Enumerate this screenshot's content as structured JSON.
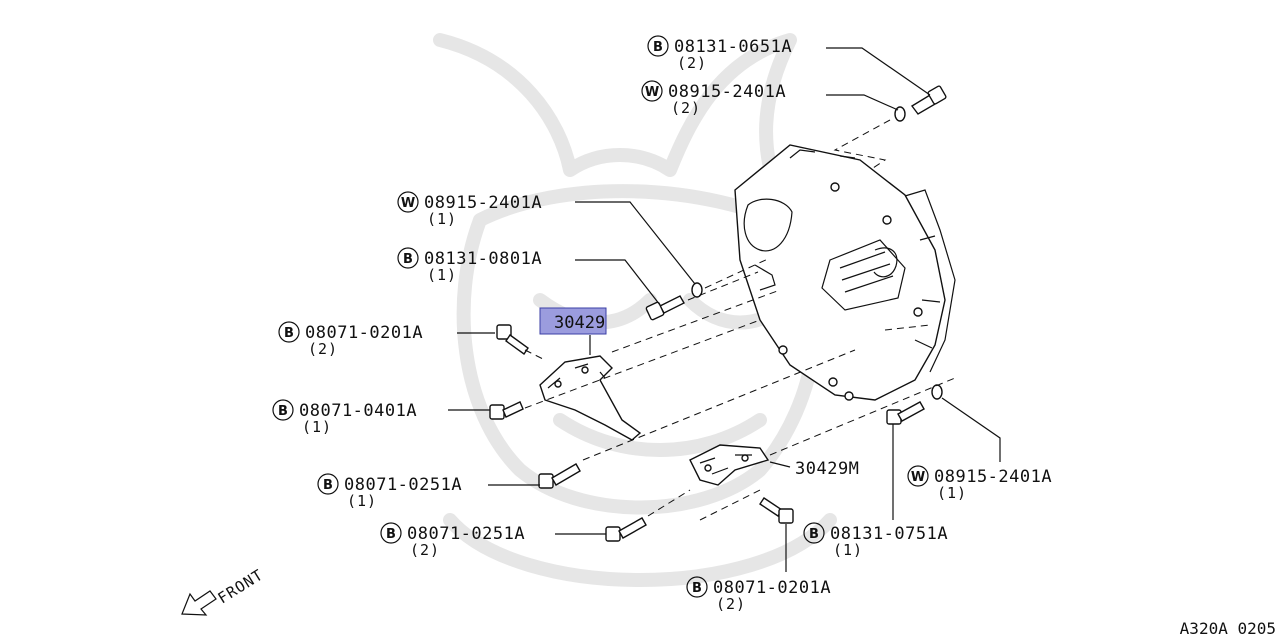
{
  "diagram_id": "A320A 0205",
  "front_label": "FRONT",
  "highlighted_part": "30429",
  "callouts": [
    {
      "key": "b1",
      "mark": "B",
      "code": "08131-0651A",
      "qty": "(2)"
    },
    {
      "key": "w1",
      "mark": "W",
      "code": "08915-2401A",
      "qty": "(2)"
    },
    {
      "key": "w2",
      "mark": "W",
      "code": "08915-2401A",
      "qty": "(1)"
    },
    {
      "key": "b2",
      "mark": "B",
      "code": "08131-0801A",
      "qty": "(1)"
    },
    {
      "key": "b3",
      "mark": "B",
      "code": "08071-0201A",
      "qty": "(2)"
    },
    {
      "key": "b4",
      "mark": "B",
      "code": "08071-0401A",
      "qty": "(1)"
    },
    {
      "key": "b5",
      "mark": "B",
      "code": "08071-0251A",
      "qty": "(1)"
    },
    {
      "key": "b6",
      "mark": "B",
      "code": "08071-0251A",
      "qty": "(2)"
    },
    {
      "key": "w3",
      "mark": "W",
      "code": "08915-2401A",
      "qty": "(1)"
    },
    {
      "key": "b7",
      "mark": "B",
      "code": "08131-0751A",
      "qty": "(1)"
    },
    {
      "key": "b8",
      "mark": "B",
      "code": "08071-0201A",
      "qty": "(2)"
    }
  ],
  "part_labels": {
    "bracket_m": "30429M"
  }
}
